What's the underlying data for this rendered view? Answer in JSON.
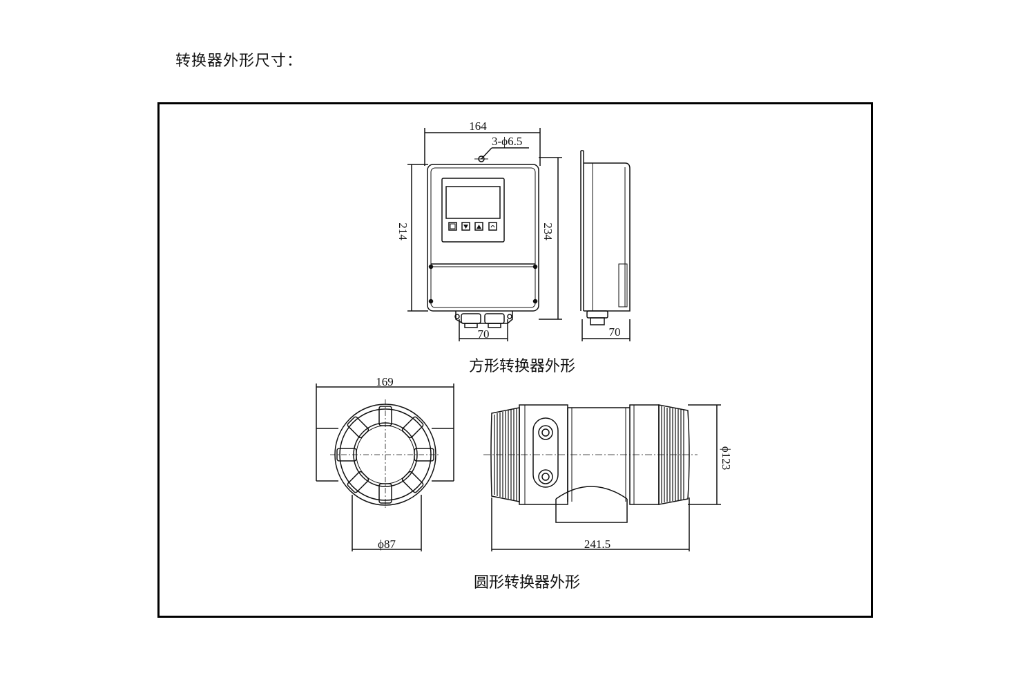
{
  "heading": "转换器外形尺寸：",
  "square": {
    "caption": "方形转换器外形",
    "dim_width": "164",
    "dim_holes": "3-ϕ6.5",
    "dim_height_left": "214",
    "dim_height_right": "234",
    "dim_bottom": "70",
    "dim_side_depth": "70"
  },
  "round": {
    "caption": "圆形转换器外形",
    "dim_width": "169",
    "dim_base": "ϕ87",
    "dim_length": "241.5",
    "dim_diameter": "ϕ123"
  },
  "colors": {
    "line": "#111111",
    "background": "#ffffff"
  }
}
